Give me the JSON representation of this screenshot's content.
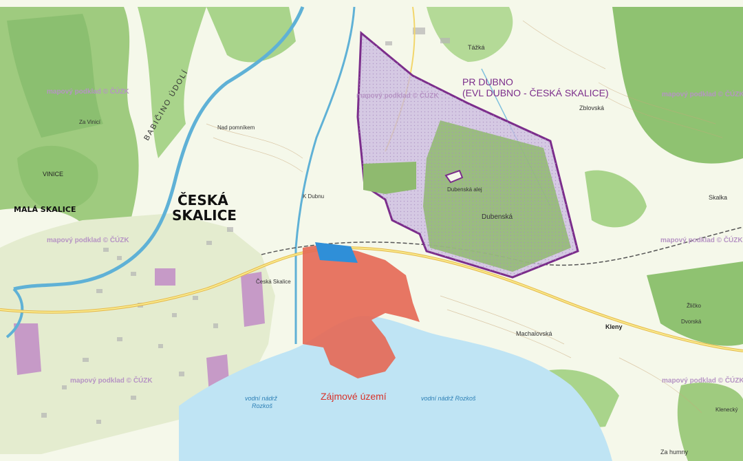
{
  "labels": {
    "pr_dubno": "PR DUBNO",
    "evl": "(EVL DUBNO - ČESKÁ SKALICE)",
    "zajmove": "Zájmové území",
    "ceska": "ČESKÁ",
    "skalice": "SKALICE",
    "mala_skalice": "MALÁ SKALICE",
    "babicino": "BABIČINO ÚDOLÍ",
    "vinice": "VINICE",
    "dubenska": "Dubenská",
    "dubenska_alej": "Dubenská alej",
    "machalovska": "Machalovská",
    "vodni_1": "vodní nádrž",
    "vodni_1b": "Rozkoš",
    "vodni_2": "vodní nádrž Rozkoš",
    "za_humny": "Za humny",
    "zblovska": "Zblovská",
    "kleny": "Kleny",
    "tazka": "Tážká",
    "skoutka": "Skalka",
    "dvorska": "Dvorská",
    "zlicko": "Žličko",
    "k_dubnu": "K Dubnu",
    "ceska_skalice_st": "Česká Skalice",
    "za_vinici": "Za Vinicí",
    "nad_pomnikem": "Nad pomníkem",
    "klenecky": "Klenecký",
    "mapovy": "mapový podklad © ČÚZK"
  },
  "colors": {
    "water": "#bfe4f4",
    "forest": "#9fcb7f",
    "forest_dark": "#6fa55a",
    "meadow": "#eef5dc",
    "urban": "#d9c8d8",
    "industrial": "#c69ac7",
    "interest_area": "#e56a57",
    "protected_fill": "#b3a3d0",
    "protected_line": "#7b2d8b",
    "road": "#f4e58a",
    "river": "#5fb1d6"
  }
}
